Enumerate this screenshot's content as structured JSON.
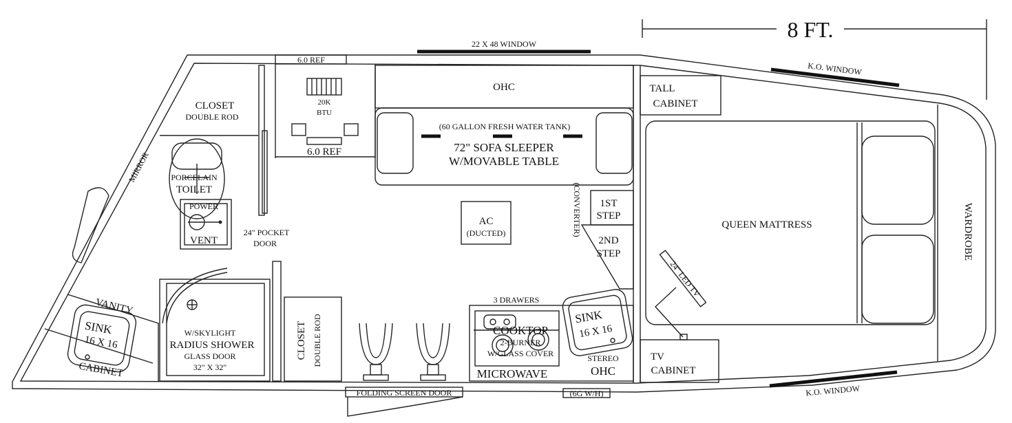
{
  "dimension": {
    "label": "8 FT."
  },
  "windows": {
    "main": "22 X 48 WINDOW",
    "ko_top": "K.O. WINDOW",
    "ko_bottom": "K.O. WINDOW"
  },
  "ref_top": "6.0 REF",
  "ref_bottom": "6.0 REF",
  "heater": {
    "line1": "20K",
    "line2": "BTU"
  },
  "closet_top": {
    "line1": "CLOSET",
    "line2": "DOUBLE ROD"
  },
  "mirror": "MIRROR",
  "toilet": {
    "line1": "PORCELAIN",
    "line2": "TOILET"
  },
  "vent": {
    "line1": "POWER",
    "line2": "VENT"
  },
  "pocket_door": {
    "line1": "24\" POCKET",
    "line2": "DOOR"
  },
  "vanity": "VANITY",
  "sink_left": {
    "line1": "SINK",
    "line2": "16 X 16"
  },
  "cabinet": "CABINET",
  "shower": {
    "line1": "W/SKYLIGHT",
    "line2": "RADIUS SHOWER",
    "line3": "GLASS DOOR",
    "line4": "32\" X 32\""
  },
  "closet_bottom": {
    "line1": "CLOSET",
    "line2": "DOUBLE ROD"
  },
  "ohc_top": "OHC",
  "sofa": {
    "tank": "(60 GALLON FRESH WATER TANK)",
    "line1": "72\" SOFA SLEEPER",
    "line2": "W/MOVABLE TABLE"
  },
  "ac": {
    "line1": "AC",
    "line2": "(DUCTED)"
  },
  "converter": "(CONVERTER)",
  "steps": {
    "first1": "1ST",
    "first2": "STEP",
    "second1": "2ND",
    "second2": "STEP"
  },
  "drawers": "3 DRAWERS",
  "cooktop": {
    "line1": "COOKTOP",
    "line2": "2-BURNER",
    "line3": "W/GLASS COVER"
  },
  "microwave": "MICROWAVE",
  "sink_right": {
    "line1": "SINK",
    "line2": "16 X 16"
  },
  "stereo": {
    "line1": "STEREO",
    "line2": "OHC"
  },
  "folding_door": "FOLDING SCREEN DOOR",
  "water_heater": "(6G W/H)",
  "tall_cabinet": {
    "line1": "TALL",
    "line2": "CABINET"
  },
  "mattress": "QUEEN MATTRESS",
  "wardrobe": "WARDROBE",
  "led_tv": "24\" LED TV",
  "tv_cabinet": {
    "line1": "TV",
    "line2": "CABINET"
  }
}
